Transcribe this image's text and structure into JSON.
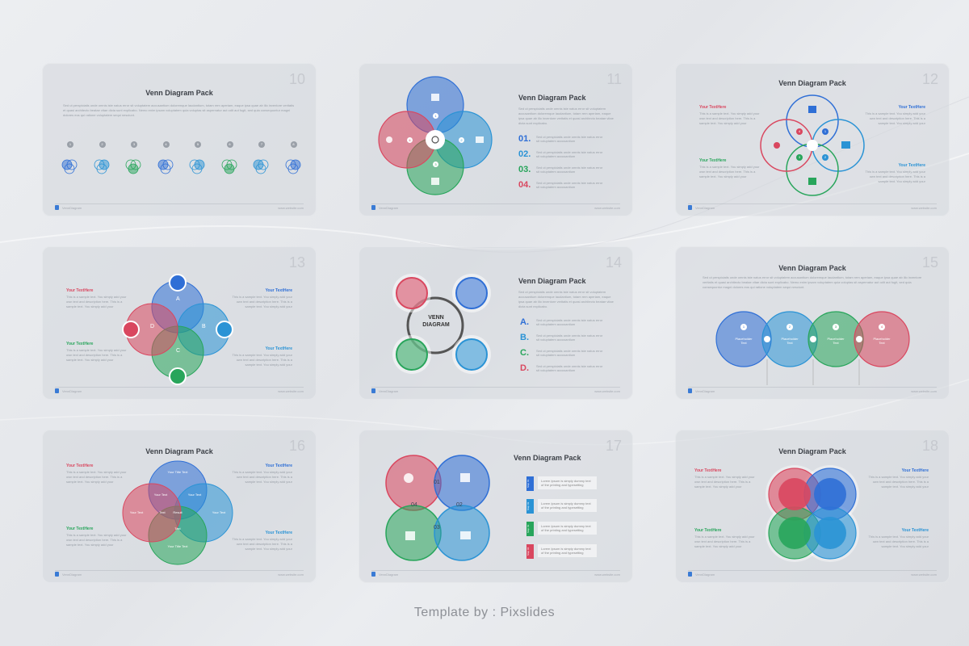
{
  "credit": "Template by : Pixslides",
  "colors": {
    "blue": "#2f6fd6",
    "red": "#d9475f",
    "green": "#28a55b",
    "lightblue": "#2a93d5"
  },
  "footer": {
    "brand": "VennDiagram",
    "site": "www.website.com"
  },
  "s10": {
    "num": "10",
    "title": "Venn Diagram Pack",
    "para": "Sed ut perspiciatis unde omnis iste natus error sit voluptatem accusantium doloremque laudantium, totam rem aperiam, eaque ipsa quae ab illo inventore veritatis et quasi architecto beatae vitae dicta sunt explicabo. Nemo enim ipsam voluptatem quia voluptas sit aspernatur aut odit aut fugit, sed quia consequuntur magni dolores eos qui ratione voluptatem sequi nesciunt.",
    "steps": [
      "1",
      "2",
      "3",
      "4",
      "5",
      "6",
      "7",
      "8"
    ]
  },
  "s11": {
    "num": "11",
    "title": "Venn Diagram Pack",
    "para": "Sed ut perspiciatis unde omnis iste natus error sit voluptatem accusantium doloremque laudantium, totam rem aperiam, eaque ipsa quae ab illo inventore veritatis et quasi architecto beatae vitae dicta sunt explicabo.",
    "items": [
      {
        "n": "01.",
        "t": "Sed ut perspiciatis unde omnis iste natus error sit voluptatem accusantium"
      },
      {
        "n": "02.",
        "t": "Sed ut perspiciatis unde omnis iste natus error sit voluptatem accusantium"
      },
      {
        "n": "03.",
        "t": "Sed ut perspiciatis unde omnis iste natus error sit voluptatem accusantium"
      },
      {
        "n": "04.",
        "t": "Sed ut perspiciatis unde omnis iste natus error sit voluptatem accusantium"
      }
    ],
    "circle_nums": [
      "1",
      "2",
      "3",
      "4"
    ]
  },
  "s12": {
    "num": "12",
    "title": "Venn Diagram Pack",
    "labels": [
      "Your TextHere",
      "Your TextHere",
      "Your TextHere",
      "Your TextHere"
    ],
    "body": "This is a sample text. You simply add your own text and description here. This is a sample text. You simply add your",
    "circle_nums": [
      "1",
      "2",
      "3",
      "4"
    ]
  },
  "s13": {
    "num": "13",
    "labels": [
      "Your TextHere",
      "Your TextHere",
      "Your TextHere",
      "Your TextHere"
    ],
    "body": "This is a sample text. You simply add your own text and description here. This is a sample text. You simply add your",
    "letters": [
      "A",
      "B",
      "C",
      "D"
    ]
  },
  "s14": {
    "num": "14",
    "title": "Venn Diagram Pack",
    "center": "VENN DIAGRAM",
    "para": "Sed ut perspiciatis unde omnis iste natus error sit voluptatem accusantium doloremque laudantium, totam rem aperiam, eaque ipsa quae ab illo inventore veritatis et quasi architecto beatae vitae dicta sunt explicabo.",
    "items": [
      {
        "n": "A.",
        "t": "Sed ut perspiciatis unde omnis iste natus error sit voluptatem accusantium"
      },
      {
        "n": "B.",
        "t": "Sed ut perspiciatis unde omnis iste natus error sit voluptatem accusantium"
      },
      {
        "n": "C.",
        "t": "Sed ut perspiciatis unde omnis iste natus error sit voluptatem accusantium"
      },
      {
        "n": "D.",
        "t": "Sed ut perspiciatis unde omnis iste natus error sit voluptatem accusantium"
      }
    ]
  },
  "s15": {
    "num": "15",
    "title": "Venn Diagram Pack",
    "para": "Sed ut perspiciatis unde omnis iste natus error sit voluptatem accusantium doloremque laudantium, totam rem aperiam, eaque ipsa quae ab illo inventore veritatis et quasi architecto beatae vitae dicta sunt explicabo. Nemo enim ipsam voluptatem quia voluptas sit aspernatur aut odit aut fugit, sed quia consequuntur magni dolores eos qui ratione voluptatem sequi nesciunt.",
    "circles": [
      {
        "n": "1",
        "t": "Placeholder Text"
      },
      {
        "n": "2",
        "t": "Placeholder Text"
      },
      {
        "n": "3",
        "t": "Placeholder Text"
      },
      {
        "n": "4",
        "t": "Placeholder Text"
      }
    ]
  },
  "s16": {
    "num": "16",
    "title": "Venn Diagram Pack",
    "labels": [
      "Your TextHere",
      "Your TextHere",
      "Your TextHere",
      "Your TextHere"
    ],
    "body": "This is a sample text. You simply add your own text and description here. This is a sample text. You simply add your",
    "top": "Your Title Text",
    "bottom": "Your Title Text",
    "left": "Your Text",
    "right": "Your Text",
    "center": "Result",
    "inner": [
      "Your Text",
      "Your Text",
      "Text",
      "Text"
    ]
  },
  "s17": {
    "num": "17",
    "title": "Venn Diagram Pack",
    "overlaps": [
      "01",
      "02",
      "03",
      "04"
    ],
    "tags": [
      "Step 01",
      "Step 02",
      "Step 03",
      "Step 04"
    ],
    "body": "Lorem Ipsum is simply dummy text of the printing and typesetting"
  },
  "s18": {
    "num": "18",
    "title": "Venn Diagram Pack",
    "labels": [
      "Your TextHere",
      "Your TextHere",
      "Your TextHere",
      "Your TextHere"
    ],
    "body": "This is a sample text. You simply add your own text and description here. This is a sample text. You simply add your"
  }
}
